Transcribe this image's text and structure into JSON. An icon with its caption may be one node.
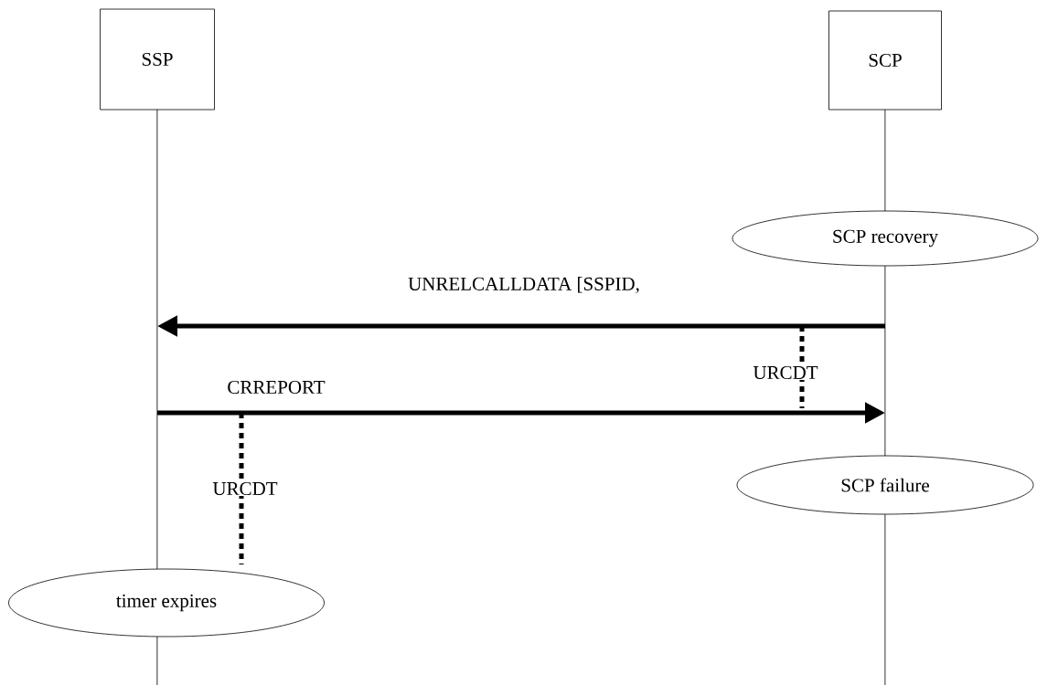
{
  "diagram": {
    "nodes": [
      {
        "text": [
          "SSP"
        ]
      },
      {
        "text": [
          "SCP"
        ]
      },
      {
        "text": [
          "SCP recovery"
        ]
      },
      {
        "text": [
          "SCP failure"
        ]
      },
      {
        "text": [
          "timer expires"
        ]
      }
    ],
    "edges": [
      {
        "from": 1,
        "to": 0,
        "arrow": "to",
        "label": "UNRELCALLDATA [SSPID,"
      },
      {
        "from": 0,
        "to": 1,
        "arrow": "to",
        "label": "CRREPORT"
      }
    ],
    "labels": [
      "URCDT",
      "URCDT"
    ]
  }
}
